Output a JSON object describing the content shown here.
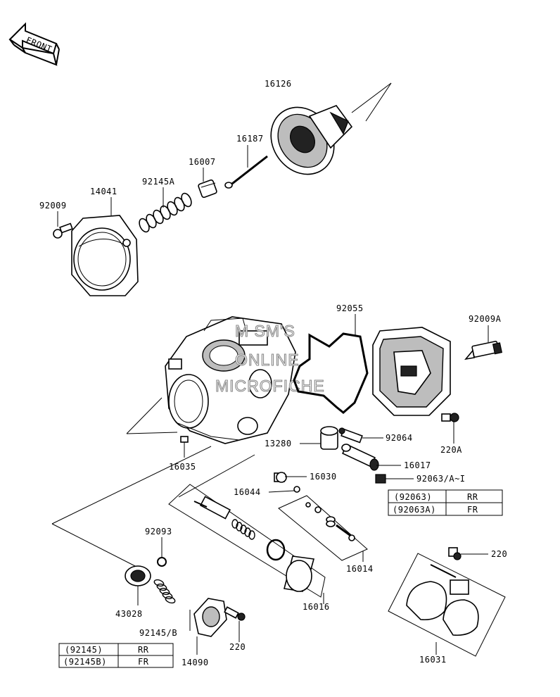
{
  "front_arrow_label": "FRONT",
  "watermark": [
    "M SM'S",
    "ONLINE",
    "MICROFICHE"
  ],
  "part_labels": {
    "p16126": "16126",
    "p16187": "16187",
    "p16007": "16007",
    "p92145A": "92145A",
    "p14041": "14041",
    "p92009": "92009",
    "p92055": "92055",
    "p92009A": "92009A",
    "p13280": "13280",
    "p92064": "92064",
    "p220A": "220A",
    "p16035": "16035",
    "p16017": "16017",
    "p16030": "16030",
    "p92063AI": "92063/A~I",
    "p16044": "16044",
    "p92093": "92093",
    "p16014": "16014",
    "p220a": "220",
    "p43028": "43028",
    "p16016": "16016",
    "p92145B": "92145/B",
    "p220b": "220",
    "p14090": "14090",
    "p16031": "16031"
  },
  "table_92063": [
    [
      "(92063)",
      "RR"
    ],
    [
      "(92063A)",
      "FR"
    ]
  ],
  "table_92145": [
    [
      "(92145)",
      "RR"
    ],
    [
      "(92145B)",
      "FR"
    ]
  ]
}
